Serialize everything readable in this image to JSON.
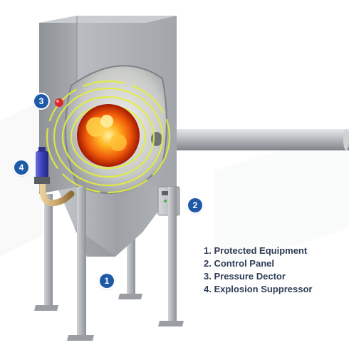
{
  "callouts": [
    {
      "number": "1"
    },
    {
      "number": "2"
    },
    {
      "number": "3"
    },
    {
      "number": "4"
    }
  ],
  "legend": [
    {
      "number": "1.",
      "label": "Protected Equipment"
    },
    {
      "number": "2.",
      "label": "Control Panel"
    },
    {
      "number": "3.",
      "label": "Pressure Dector"
    },
    {
      "number": "4.",
      "label": "Explosion Suppressor"
    }
  ],
  "colors": {
    "callout": "#1f5aa8",
    "legend_text": "#2e3d55",
    "steel": "#a6a9ad",
    "fire": "#ff7a10",
    "pressure_wave": "#e3ef3a",
    "suppressor": "#3b3fb8",
    "pipe": "#c9a56a",
    "detector": "#e02525"
  }
}
